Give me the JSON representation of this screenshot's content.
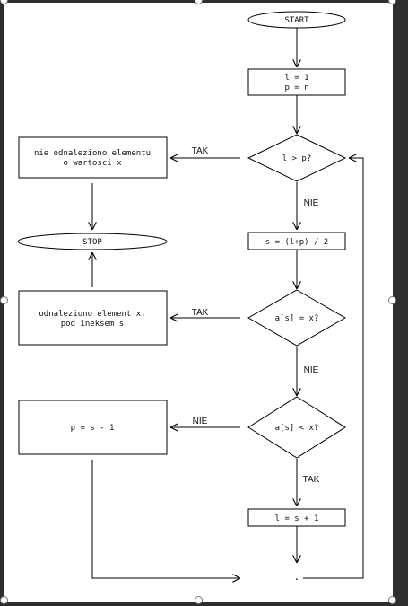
{
  "nodes": {
    "start": "START",
    "init": [
      "l = 1",
      "p = n"
    ],
    "cond1": "l > p?",
    "not_found": [
      "nie odnaleziono elementu",
      "o wartosci x"
    ],
    "stop": "STOP",
    "mid": "s = (l+p) / 2",
    "cond2": "a[s] = x?",
    "found": [
      "odnaleziono element x,",
      "pod ineksem s"
    ],
    "cond3": "a[s] < x?",
    "dec_p": "p = s - 1",
    "inc_l": "l = s + 1",
    "join": "."
  },
  "labels": {
    "cond1_yes": "TAK",
    "cond1_no": "NIE",
    "cond2_yes": "TAK",
    "cond2_no": "NIE",
    "cond3_no": "NIE",
    "cond3_yes": "TAK"
  }
}
